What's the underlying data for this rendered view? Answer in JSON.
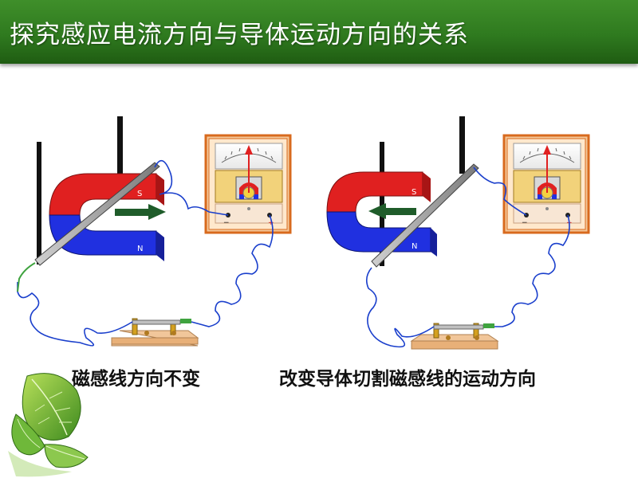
{
  "title": "探究感应电流方向与导体运动方向的关系",
  "left_setup": {
    "caption": "磁感线方向不变",
    "pole_top": "S",
    "pole_bottom": "N",
    "meter_minus": "−",
    "meter_plus": "+"
  },
  "right_setup": {
    "caption": "改变导体切割磁感线的运动方向",
    "pole_top": "S",
    "pole_bottom": "N",
    "meter_minus": "−",
    "meter_plus": "+"
  },
  "colors": {
    "title_bar": "#2f7a1f",
    "magnet_red": "#e02020",
    "magnet_blue": "#2030e0",
    "arrow_green": "#1f5c2a",
    "wire_blue": "#1a3fcc",
    "meter_frame": "#e07a2a",
    "needle_red": "#e02020"
  },
  "icons": [
    "leaf-icon",
    "motion-arrow-icon",
    "galvanometer-icon",
    "switch-icon"
  ]
}
